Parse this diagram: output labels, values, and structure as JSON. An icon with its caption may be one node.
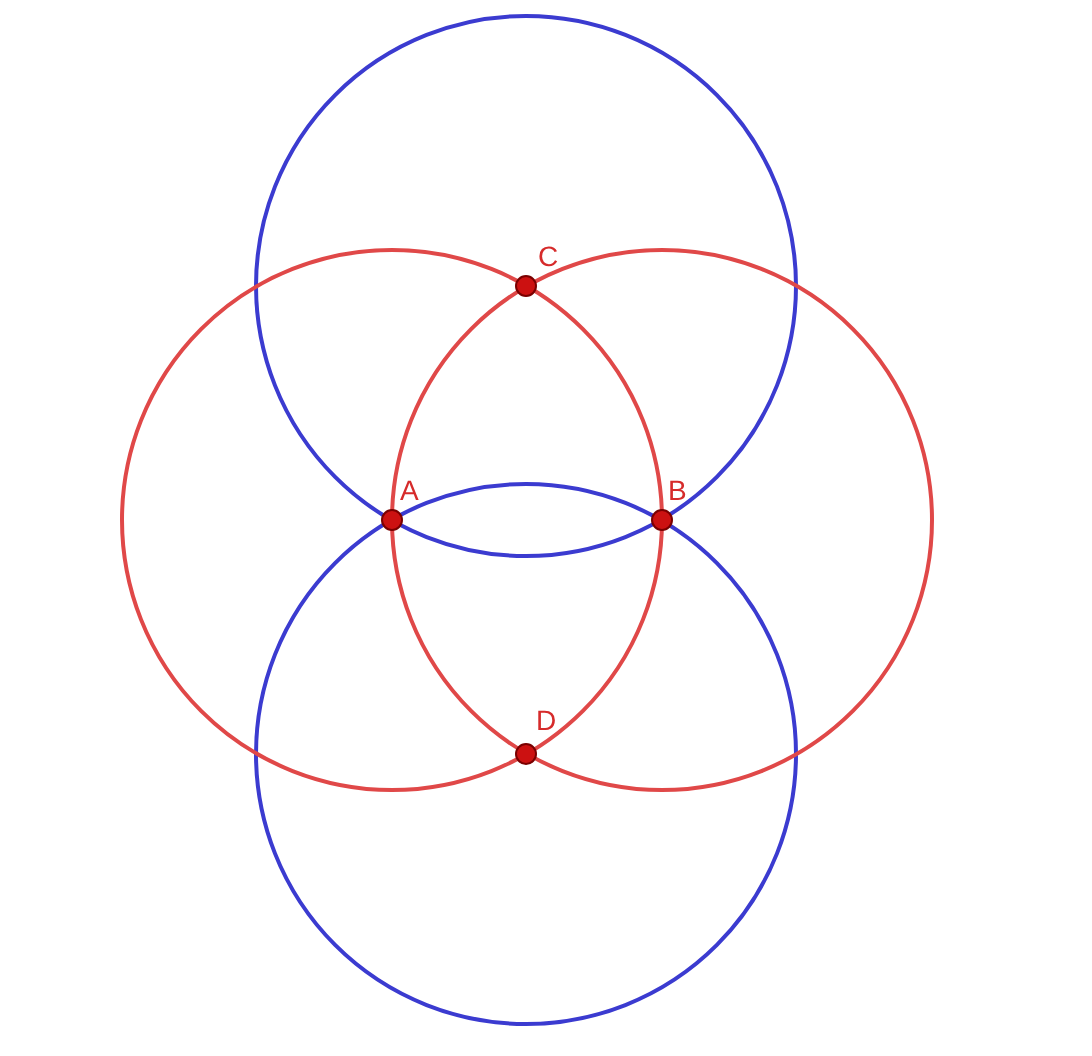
{
  "diagram": {
    "labels": [
      "C",
      "A",
      "B",
      "D"
    ]
  }
}
